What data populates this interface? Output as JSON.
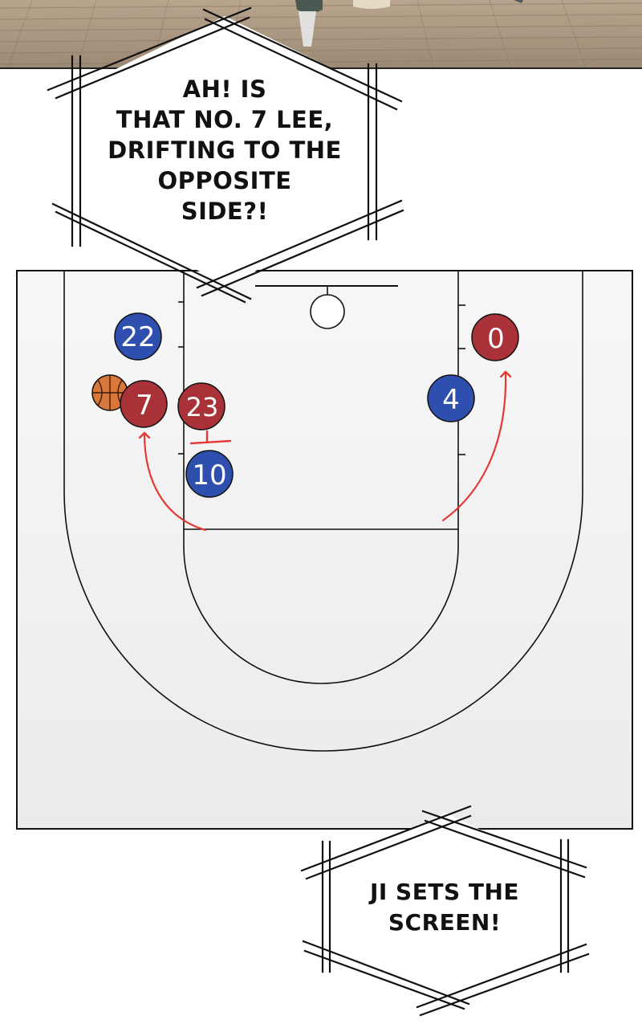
{
  "bubbles": {
    "top": "AH! IS\nTHAT NO. 7 LEE,\nDRIFTING TO THE\nOPPOSITE\nSIDE?!",
    "bottom": "JI SETS THE\nSCREEN!"
  },
  "players": {
    "p22": {
      "number": "22",
      "team": "blue"
    },
    "p0": {
      "number": "0",
      "team": "red"
    },
    "p7": {
      "number": "7",
      "team": "red"
    },
    "p23": {
      "number": "23",
      "team": "red"
    },
    "p4": {
      "number": "4",
      "team": "blue"
    },
    "p10": {
      "number": "10",
      "team": "blue"
    }
  },
  "colors": {
    "blue_team": "#2f4fae",
    "red_team": "#a83238",
    "movement_arrow": "#e53935",
    "ball": "#d9773a"
  },
  "icons": {
    "ball": "basketball-icon"
  }
}
